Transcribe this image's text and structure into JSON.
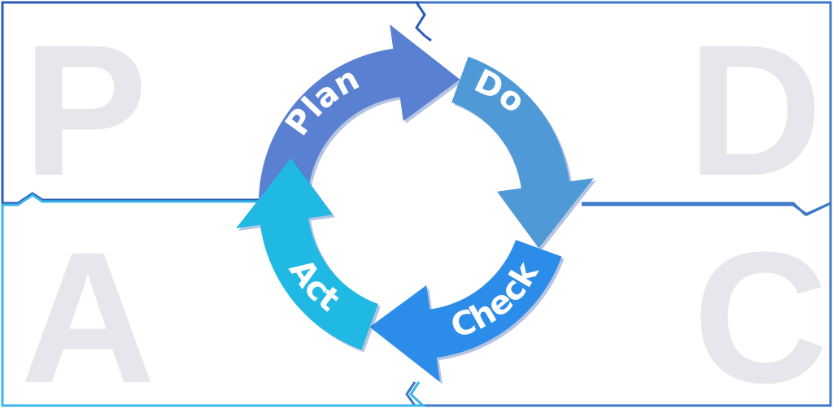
{
  "cycle": {
    "steps": [
      {
        "label": "Plan",
        "color": "#5a80d2"
      },
      {
        "label": "Do",
        "color": "#4f9ad6"
      },
      {
        "label": "Check",
        "color": "#2b8ce9"
      },
      {
        "label": "Act",
        "color": "#20b9e3"
      }
    ]
  },
  "quadrants": {
    "top_left_letter": "P",
    "top_right_letter": "D",
    "bottom_right_letter": "C",
    "bottom_left_letter": "A"
  },
  "colors": {
    "top_left_frame": "#2b5bb8",
    "top_right_frame": "#3f78c7",
    "bottom_right_frame": "#3f78c7",
    "bottom_left_frame": "#3ab6ea",
    "letter_fill": "#e6e7ec",
    "arrow_shadow": "#2a55a8"
  }
}
